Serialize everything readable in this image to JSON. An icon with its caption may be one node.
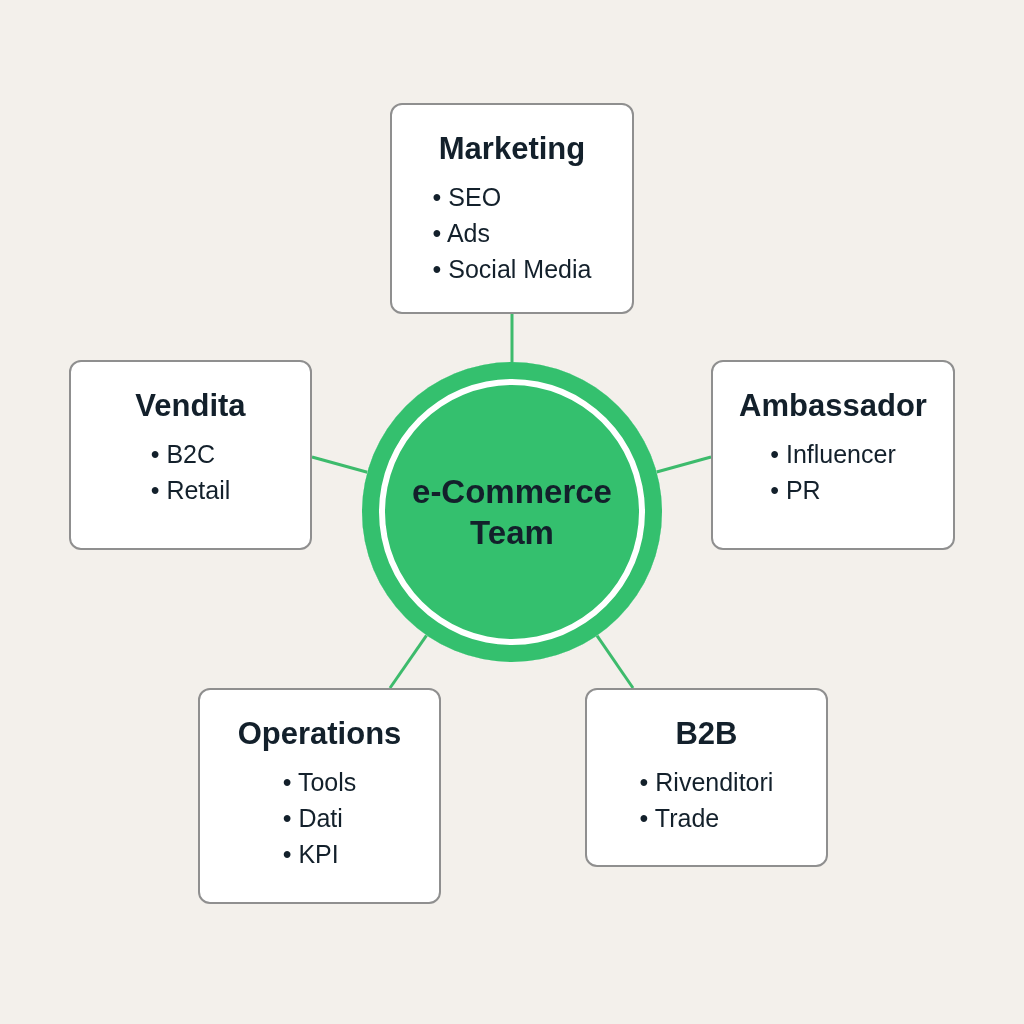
{
  "diagram": {
    "nodes": [
      {
        "text": [
          "e-Commerce Team"
        ]
      },
      {
        "text": [
          "Marketing",
          "• SEO",
          "• Ads",
          "• Social Media"
        ]
      },
      {
        "text": [
          "Vendita",
          "• B2C",
          "• Retail"
        ]
      },
      {
        "text": [
          "Ambassador",
          "• Influencer",
          "• PR"
        ]
      },
      {
        "text": [
          "Operations",
          "• Tools",
          "• Dati",
          "• KPI"
        ]
      },
      {
        "text": [
          "B2B",
          "• Rivenditori",
          "• Trade"
        ]
      }
    ],
    "edges": [
      {
        "from": 0,
        "to": 1,
        "arrow": "none"
      },
      {
        "from": 0,
        "to": 2,
        "arrow": "none"
      },
      {
        "from": 0,
        "to": 3,
        "arrow": "none"
      },
      {
        "from": 0,
        "to": 4,
        "arrow": "none"
      },
      {
        "from": 0,
        "to": 5,
        "arrow": "none"
      }
    ]
  }
}
